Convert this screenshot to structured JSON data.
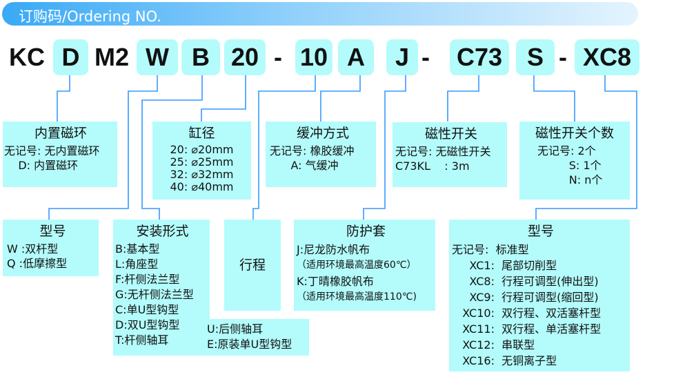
{
  "header": {
    "title": "订购码/Ordering NO."
  },
  "code": [
    "KC",
    "D",
    "M2",
    "W",
    "B",
    "20",
    "-",
    "10",
    "A",
    "J",
    "-",
    "C73",
    "S",
    "-",
    "XC8"
  ],
  "boxes": {
    "magnet": {
      "title": "内置磁环",
      "rows": [
        "无记号: 无内置磁环",
        "    D: 内置磁环"
      ]
    },
    "bore": {
      "title": "缸径",
      "rows": [
        "20: ⌀20mm",
        "25: ⌀25mm",
        "32: ⌀32mm",
        "40: ⌀40mm"
      ]
    },
    "cushion": {
      "title": "缓冲方式",
      "rows": [
        "无记号: 橡胶缓冲",
        "      A: 气缓冲"
      ]
    },
    "switch": {
      "title": "磁性开关",
      "rows": [
        "无记号: 无磁性开关",
        "C73KL    : 3m"
      ]
    },
    "switch_count": {
      "title": "磁性开关个数",
      "rows": [
        "无记号: 2个",
        "         S: 1个",
        "         N: n个"
      ]
    },
    "type": {
      "title": "型号",
      "rows": [
        "W :双杆型",
        "Q :低摩擦型"
      ]
    },
    "mount": {
      "title": "安装形式",
      "rows": [
        "B:基本型",
        "L:角座型",
        "F:杆侧法兰型",
        "G:无杆侧法兰型",
        "C:单U型钩型",
        "D:双U型钩型",
        "T:杆侧轴耳"
      ],
      "extra": [
        "U:后侧轴耳",
        "E:原装单U型钩型"
      ]
    },
    "stroke": {
      "title": "行程"
    },
    "boot": {
      "title": "防护套",
      "rows": [
        "J:尼龙防水帆布",
        "（适用环境最高温度60℃）",
        "K:丁晴橡胶帆布",
        "（适用环境最高温度110℃)"
      ]
    },
    "model": {
      "title": "型号",
      "rows": [
        "无记号:  标准型",
        "     XC1:  尾部切削型",
        "     XC8:  行程可调型(伸出型)",
        "     XC9:  行程可调型(缩回型)",
        "   XC10:  双行程、双活塞杆型",
        "   XC11:  双行程、单活塞杆型",
        "   XC12:  串联型",
        "   XC16:  无铜离子型"
      ]
    }
  },
  "colors": {
    "box": "#b4fbfb",
    "line": "#3399ff"
  }
}
